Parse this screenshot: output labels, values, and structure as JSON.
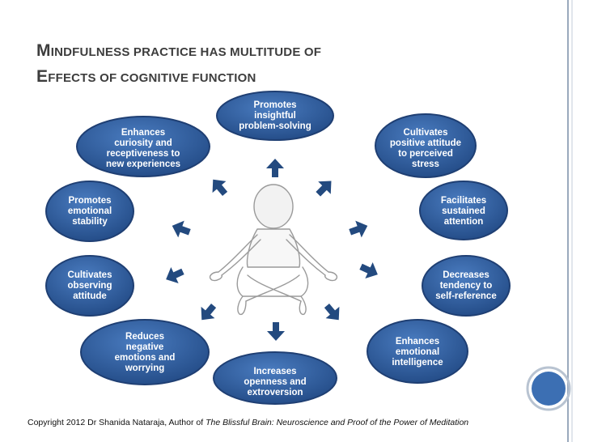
{
  "slide": {
    "title_line1_cap": "M",
    "title_line1_rest": "INDFULNESS PRACTICE HAS MULTITUDE OF",
    "title_line2_cap": "E",
    "title_line2_rest": "FFECTS OF COGNITIVE FUNCTION"
  },
  "nodes": {
    "insightful": "Promotes\ninsightful\nproblem-solving",
    "curiosity": "Enhances\ncuriosity and\nreceptiveness to\nnew experiences",
    "positive_attitude": "Cultivates\npositive attitude\nto perceived\nstress",
    "emotional_stability": "Promotes\nemotional\nstability",
    "sustained_attention": "Facilitates\nsustained\nattention",
    "observing": "Cultivates\nobserving\nattitude",
    "self_reference": "Decreases\ntendency to\nself-reference",
    "negative_emotions": "Reduces\nnegative\nemotions and\nworrying",
    "emotional_intelligence": "Enhances\nemotional\nintelligence",
    "openness": "Increases\nopenness and\nextroversion"
  },
  "footer": {
    "prefix": "Copyright 2012  Dr Shanida Nataraja, Author of ",
    "book": "The Blissful Brain: Neuroscience and Proof of the Power of Meditation"
  },
  "colors": {
    "node_fill": "#2e5d9f",
    "node_edge": "#1f3f73",
    "arrow_fill": "#234a7f",
    "border": "#8a9bb0"
  }
}
